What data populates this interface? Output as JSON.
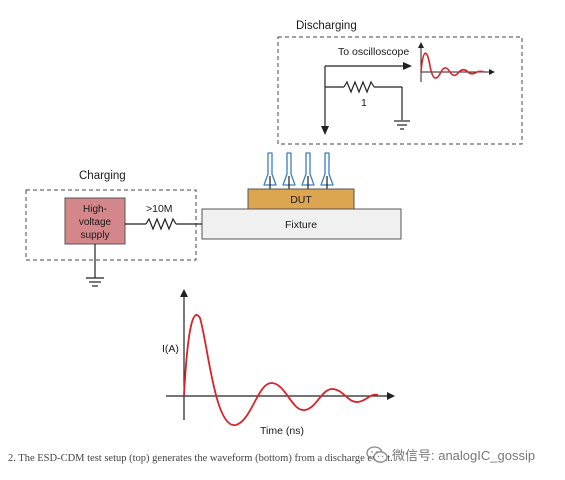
{
  "labels": {
    "discharging": "Discharging",
    "to_oscilloscope": "To oscilloscope",
    "resistor_value": "1",
    "charging": "Charging",
    "supply": [
      "High-",
      "voltage",
      "supply"
    ],
    "resistor_charge": ">10M",
    "dut": "DUT",
    "fixture": "Fixture",
    "y_axis": "I(A)",
    "x_axis": "Time (ns)"
  },
  "caption": "2. The ESD-CDM test setup (top) generates the waveform (bottom) from a discharge event.",
  "watermark": {
    "text": "微信号: analogIC_gossip",
    "icon": "wechat-icon"
  },
  "colors": {
    "supply_fill": "#d4878a",
    "dut_fill": "#dca54f",
    "fixture_fill": "#f0f0f0",
    "probe_stroke": "#3a7fc0",
    "waveform": "#d9232a"
  }
}
